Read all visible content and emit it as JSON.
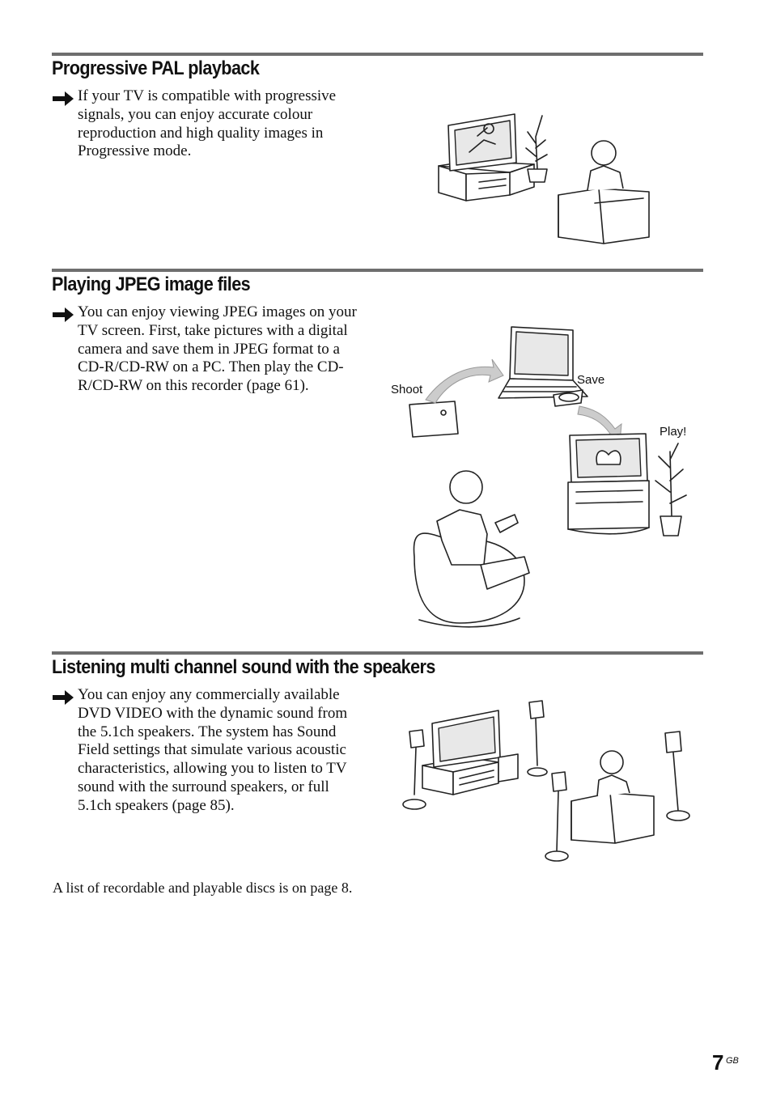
{
  "sections": [
    {
      "heading": "Progressive PAL playback",
      "text": "If your TV is compatible with progressive signals, you can enjoy accurate colour reproduction and high quality images in Progressive mode."
    },
    {
      "heading": "Playing JPEG image files",
      "text": "You can enjoy viewing JPEG images on your TV screen. First, take pictures with a digital camera and save them in JPEG format to a CD-R/CD-RW on a PC. Then play the CD-R/CD-RW on this recorder (page 61).",
      "labels": {
        "shoot": "Shoot",
        "save": "Save",
        "play": "Play!"
      }
    },
    {
      "heading": "Listening multi channel sound with the speakers",
      "text": "You can enjoy any commercially available DVD VIDEO with the dynamic sound from the 5.1ch speakers. The system has Sound Field settings that simulate various acoustic characteristics, allowing you to listen to TV sound with the surround speakers, or full 5.1ch speakers (page 85)."
    }
  ],
  "footnote": "A list of recordable and playable discs is on page 8.",
  "page": {
    "number": "7",
    "suffix": "GB"
  },
  "icons": {
    "bullet": "right-arrow-icon"
  }
}
